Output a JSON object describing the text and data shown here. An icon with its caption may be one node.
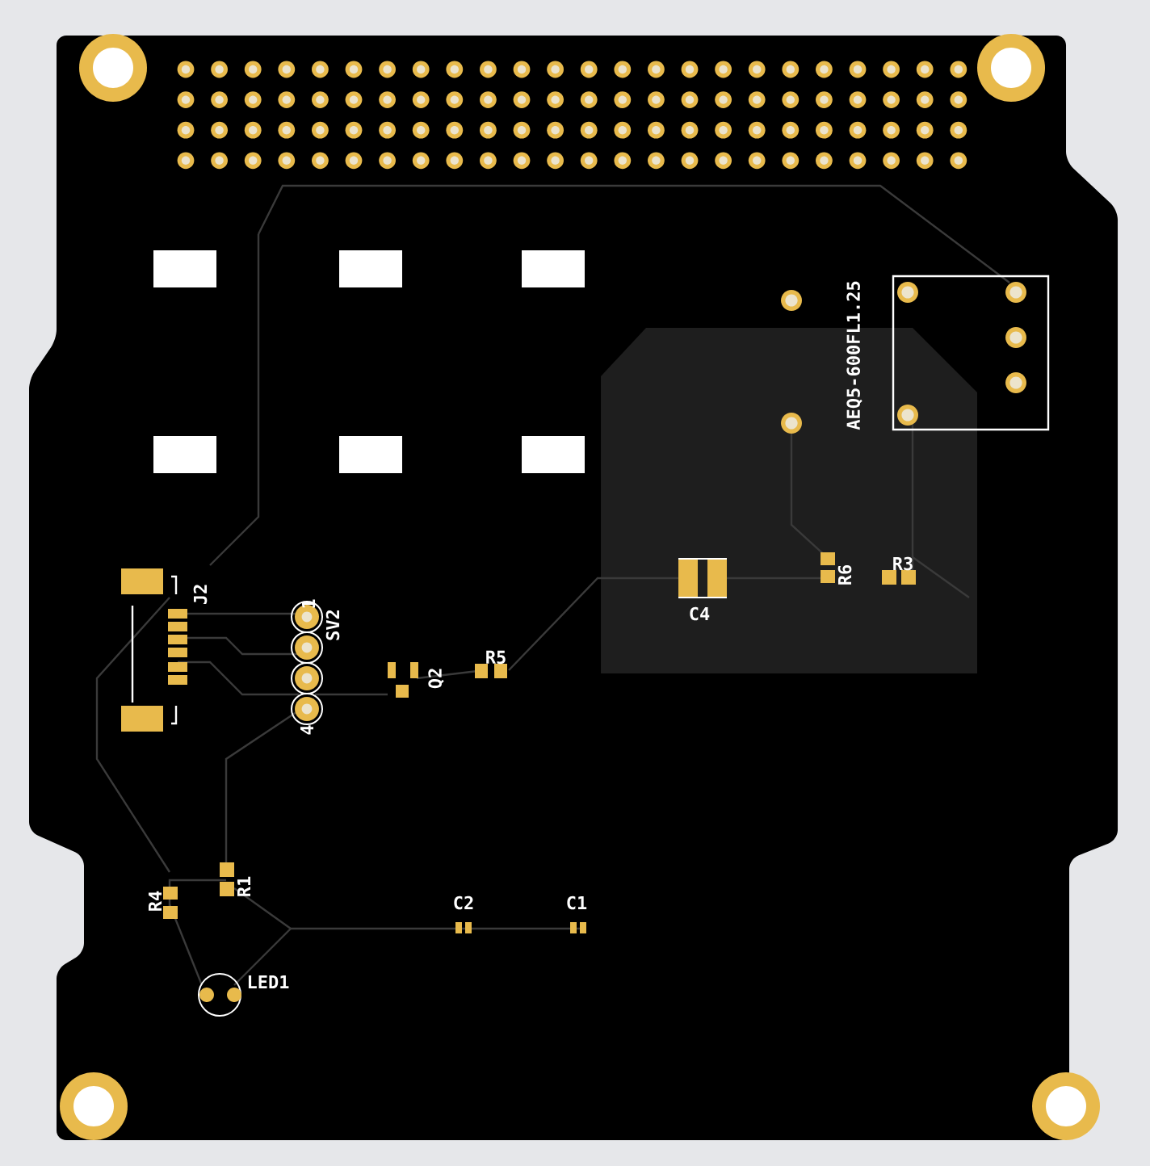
{
  "diagram": {
    "labels": [
      "J2",
      "1",
      "SV2",
      "4",
      "Q2",
      "R5",
      "C4",
      "R6",
      "R3",
      "AEQ5-600FL1.25",
      "R4",
      "R1",
      "C2",
      "C1",
      "LED1"
    ]
  }
}
